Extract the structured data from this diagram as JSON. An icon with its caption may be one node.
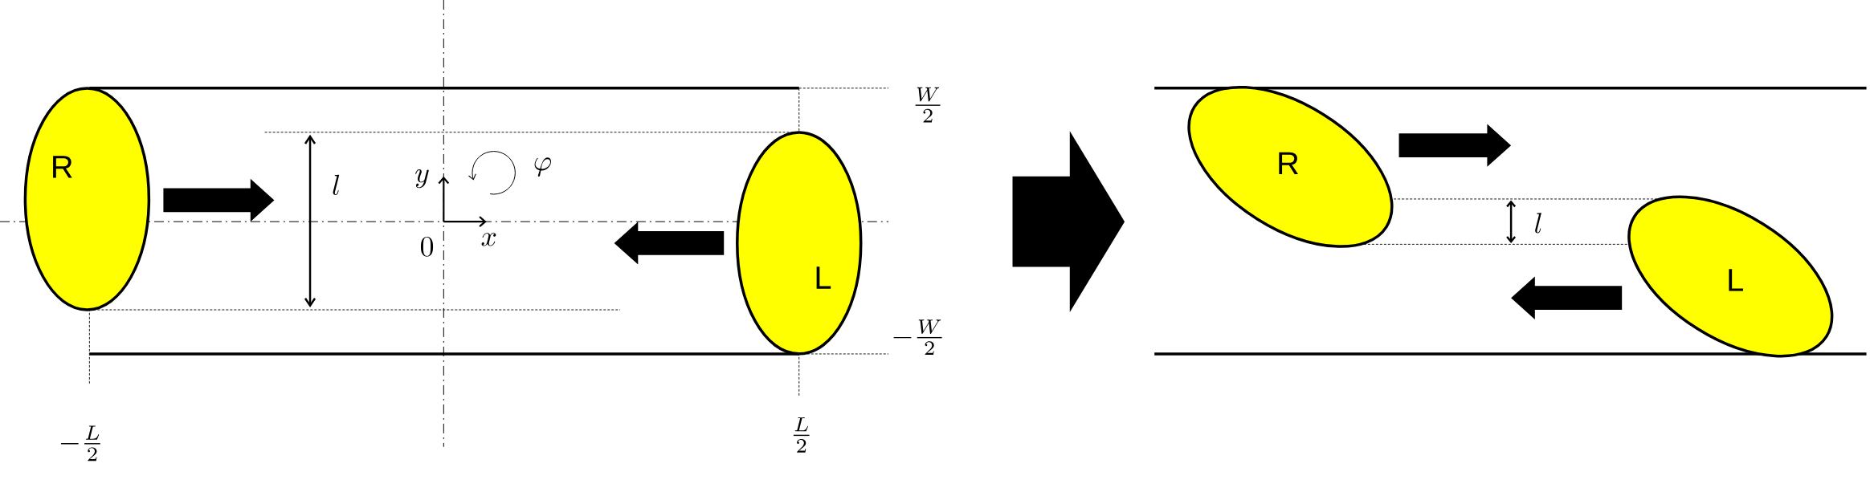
{
  "diagram": {
    "nodes": [
      {
        "text": [
          "R"
        ]
      },
      {
        "text": [
          "L"
        ]
      },
      {
        "text": [
          "R"
        ]
      },
      {
        "text": [
          "L"
        ]
      }
    ],
    "labels": [
      "\\frac{W}{2}",
      "\\varphi",
      "l",
      "y",
      "x",
      "0",
      "-\\frac{W}{2}",
      "-\\frac{L}{2}",
      "\\frac{L}{2}",
      "l"
    ]
  }
}
